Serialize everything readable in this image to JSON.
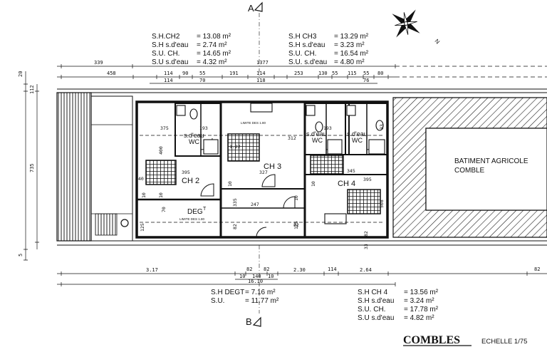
{
  "section_markers": {
    "top": "A",
    "bottom": "B"
  },
  "north_label": "N",
  "areas_ch2": {
    "labels": [
      "S.H.CH2",
      "S.H s.d'eau",
      "S.U. CH.",
      "S.U s.d'eau"
    ],
    "values": [
      "= 13.08 m²",
      "= 2.74 m²",
      "= 14.65 m²",
      "= 4.32 m²"
    ]
  },
  "areas_ch3": {
    "labels": [
      "S.H CH3",
      "S.H s.d'eau",
      "S.U. CH.",
      "S.U. s.d'eau"
    ],
    "values": [
      "= 13.29 m²",
      "= 3.23 m²",
      "= 16.54 m²",
      "= 4.80 m²"
    ]
  },
  "areas_degt": {
    "labels": [
      "S.H DEGT",
      "S.U."
    ],
    "values": [
      "= 7.16 m²",
      "= 11.77 m²"
    ]
  },
  "areas_ch4": {
    "labels": [
      "S.H CH 4",
      "S.H s.d'eau",
      "S.U. CH.",
      "S.U s.d'eau"
    ],
    "values": [
      "= 13.56 m²",
      "= 3.24 m²",
      "= 17.78 m²",
      "= 4.82 m²"
    ]
  },
  "top_dims_1": [
    "339",
    "1377"
  ],
  "top_dims_2": [
    "458",
    "114",
    "90",
    "55",
    "191",
    "114",
    "253",
    "130",
    "55",
    "115",
    "55",
    "80"
  ],
  "top_dims_3": [
    "114",
    "70",
    "118",
    "76"
  ],
  "left_dims": [
    "20",
    "112",
    "735",
    "5"
  ],
  "bottom_dims_1": [
    "3.17",
    "82",
    "82",
    "2.30",
    "114",
    "2.64",
    "82"
  ],
  "bottom_dims_2": [
    "10",
    "140",
    "10"
  ],
  "bottom_total": "16.10",
  "rooms": {
    "ch2": "CH 2",
    "ch3": "CH 3",
    "ch4": "CH 4",
    "degt": "DEG",
    "degt_sup": "T",
    "sdeau": "s.d'eau",
    "wc": "WC"
  },
  "limit_notes": [
    "LIMITE DES 1.80",
    "LIMITE DES 1.80"
  ],
  "interior_dims": [
    "375",
    "193",
    "400",
    "395",
    "10",
    "10",
    "140",
    "70",
    "125",
    "327",
    "1.22",
    "10",
    "335",
    "82",
    "247",
    "10",
    "125",
    "82",
    "312",
    "193",
    "345",
    "508",
    "82",
    "33",
    "10",
    "33",
    "395"
  ],
  "barn": {
    "line1": "BATIMENT AGRICOLE",
    "line2": "COMBLE"
  },
  "title": "COMBLES",
  "scale": "ECHELLE 1/75"
}
